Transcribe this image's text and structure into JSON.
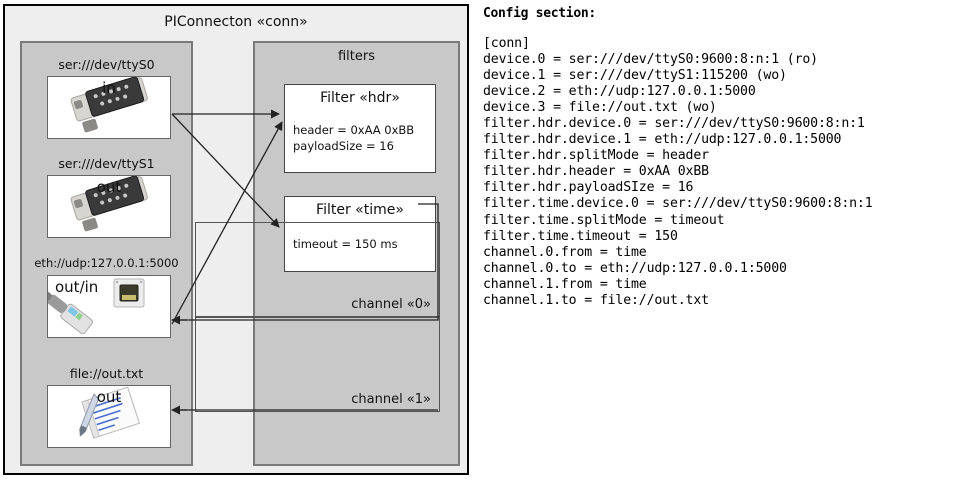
{
  "diagram": {
    "title": "PIConnecton «conn»",
    "devices_panel": {
      "devices": [
        {
          "label": "ser:///dev/ttyS0",
          "io": "in",
          "icon": "serial-connector-icon"
        },
        {
          "label": "ser:///dev/ttyS1",
          "io": "out",
          "icon": "serial-connector-icon"
        },
        {
          "label": "eth://udp:127.0.0.1:5000",
          "io": "out/in",
          "icon": "ethernet-connector-icon"
        },
        {
          "label": "file://out.txt",
          "io": "out",
          "icon": "document-pen-icon"
        }
      ]
    },
    "filters_panel": {
      "title": "filters",
      "filters": [
        {
          "title": "Filter «hdr»",
          "attrs": [
            "header = 0xAA 0xBB",
            "payloadSize = 16"
          ]
        },
        {
          "title": "Filter «time»",
          "attrs": [
            "timeout = 150 ms"
          ]
        }
      ],
      "channels": [
        {
          "label": "channel «0»"
        },
        {
          "label": "channel «1»"
        }
      ]
    }
  },
  "config": {
    "heading": "Config section:",
    "lines": [
      "[conn]",
      "device.0 = ser:///dev/ttyS0:9600:8:n:1 (ro)",
      "device.1 = ser:///dev/ttyS1:115200 (wo)",
      "device.2 = eth://udp:127.0.0.1:5000",
      "device.3 = file://out.txt (wo)",
      "filter.hdr.device.0 = ser:///dev/ttyS0:9600:8:n:1",
      "filter.hdr.device.1 = eth://udp:127.0.0.1:5000",
      "filter.hdr.splitMode = header",
      "filter.hdr.header = 0xAA 0xBB",
      "filter.hdr.payloadSIze = 16",
      "filter.time.device.0 = ser:///dev/ttyS0:9600:8:n:1",
      "filter.time.splitMode = timeout",
      "filter.time.timeout = 150",
      "channel.0.from = time",
      "channel.0.to = eth://udp:127.0.0.1:5000",
      "channel.1.from = time",
      "channel.1.to = file://out.txt"
    ]
  },
  "colors": {
    "frame_border": "#000000",
    "frame_fill": "#eeeeee",
    "panel_fill": "#c8c8c8",
    "panel_border": "#7a7a7a",
    "box_fill": "#ffffff",
    "arrow": "#222222"
  }
}
